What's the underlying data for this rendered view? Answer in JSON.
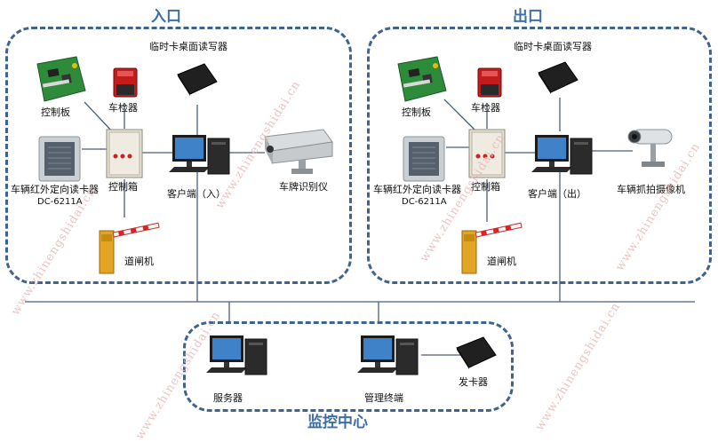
{
  "regions": {
    "entrance": {
      "title": "入口",
      "reader_label": "临时卡桌面读写器",
      "control_board_label": "控制板",
      "vehicle_detector_label": "车检器",
      "long_range_reader_label": "车辆红外定向读卡器",
      "long_range_reader_model": "DC-6211A",
      "control_box_label": "控制箱",
      "client_label": "客户端（入）",
      "camera_label": "车牌识别仪",
      "barrier_label": "道闸机"
    },
    "exit": {
      "title": "出口",
      "reader_label": "临时卡桌面读写器",
      "control_board_label": "控制板",
      "vehicle_detector_label": "车检器",
      "long_range_reader_label": "车辆红外定向读卡器",
      "long_range_reader_model": "DC-6211A",
      "control_box_label": "控制箱",
      "client_label": "客户端（出）",
      "camera_label": "车辆抓拍摄像机",
      "barrier_label": "道闸机"
    },
    "monitor": {
      "title": "监控中心",
      "server_label": "服务器",
      "terminal_label": "管理终端",
      "issuer_label": "发卡器"
    }
  },
  "watermark": "www.zhinengshidai.cn",
  "colors": {
    "border": "#3f6390",
    "title": "#3d6fa6",
    "wire": "#4a5e78",
    "watermark": "#e9b8b8"
  }
}
